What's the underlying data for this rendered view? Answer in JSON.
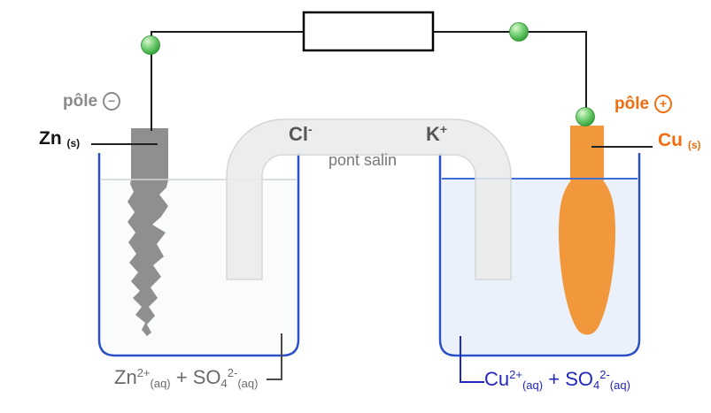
{
  "colors": {
    "zinc_gray": "#8f8f8f",
    "copper_orange": "#f2983c",
    "orange_text": "#f26d0e",
    "beaker_blue": "#2a52c8",
    "solution_text_blue": "#2227bd",
    "left_liquid": "#fafbfb",
    "right_liquid": "#eaf1fb",
    "left_level_line": "#cfd3d3",
    "right_level_line": "#3f6fd6",
    "bridge_fill": "#e9eaec",
    "bridge_border": "#d6d6d6",
    "wire_black": "#1a1a1a",
    "gray_text": "#8a8a8a",
    "connector_green": "#3aa53a"
  },
  "labels": {
    "pole_negative": {
      "text": "pôle",
      "symbol": "−"
    },
    "pole_positive": {
      "text": "pôle",
      "symbol": "+"
    },
    "zinc_electrode": {
      "element": "Zn",
      "state": "(s)"
    },
    "copper_electrode": {
      "element": "Cu",
      "state": "(s)"
    },
    "salt_bridge": {
      "anion": "Cl",
      "anion_charge": "-",
      "cation": "K",
      "cation_charge": "+",
      "name": "pont salin"
    },
    "left_solution": {
      "cation": "Zn",
      "cation_charge": "2+",
      "cation_state": "(aq)",
      "plus": "+",
      "anion": "SO",
      "anion_index": "4",
      "anion_charge": "2-",
      "anion_state": "(aq)"
    },
    "right_solution": {
      "cation": "Cu",
      "cation_charge": "2+",
      "cation_state": "(aq)",
      "plus": "+",
      "anion": "SO",
      "anion_index": "4",
      "anion_charge": "2-",
      "anion_state": "(aq)"
    }
  }
}
